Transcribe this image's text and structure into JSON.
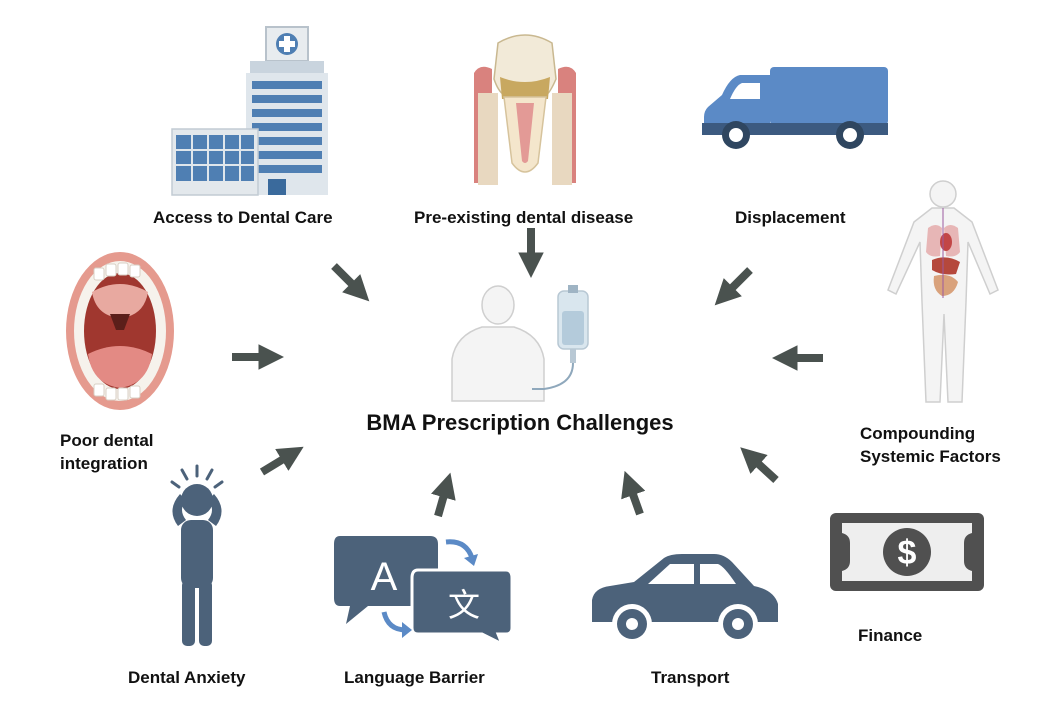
{
  "diagram": {
    "center_title": "BMA Prescription Challenges",
    "factors": {
      "access": "Access to Dental Care",
      "preexisting": "Pre-existing dental disease",
      "displacement": "Displacement",
      "poor_dental_line1": "Poor dental",
      "poor_dental_line2": "integration",
      "compounding_line1": "Compounding",
      "compounding_line2": "Systemic Factors",
      "anxiety": "Dental Anxiety",
      "language": "Language Barrier",
      "transport": "Transport",
      "finance": "Finance"
    },
    "translate_glyphs": {
      "latin": "A",
      "cjk": "文"
    },
    "currency_symbol": "$"
  },
  "colors": {
    "arrow": "#4a524f",
    "icon_slate": "#4c627a",
    "van_blue": "#5b8ac6",
    "hospital_blue": "#4f7fb3",
    "gum_pink": "#d9827e"
  }
}
